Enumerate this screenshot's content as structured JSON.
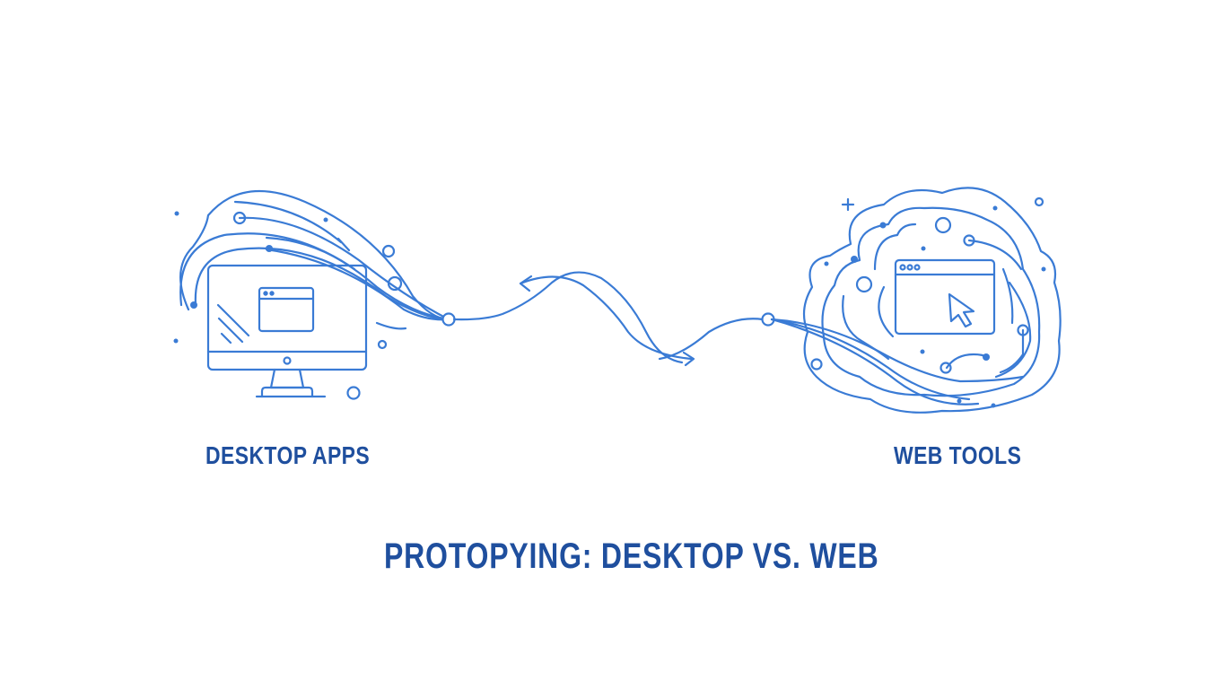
{
  "diagram": {
    "title": "PROTOPYING: DESKTOP VS. WEB",
    "left_node": {
      "label": "DESKTOP APPS",
      "icon": "desktop-monitor-icon"
    },
    "right_node": {
      "label": "WEB TOOLS",
      "icon": "browser-window-cursor-icon"
    },
    "connector": {
      "type": "bidirectional-wavy-arrows"
    },
    "colors": {
      "stroke": "#3a7bd5",
      "text": "#1f4f9e",
      "background": "#ffffff"
    }
  }
}
